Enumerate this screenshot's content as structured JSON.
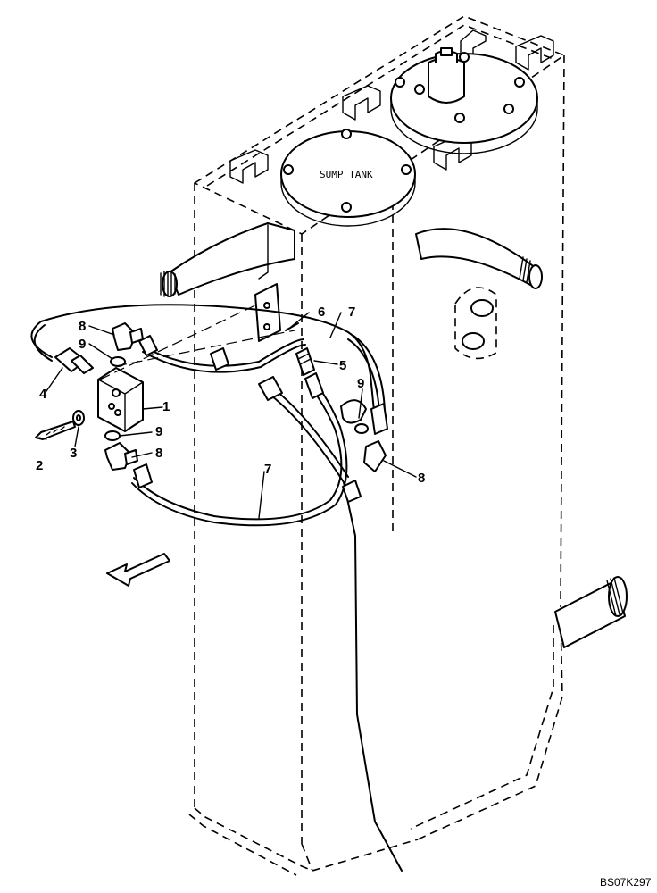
{
  "tank_label": "SUMP TANK",
  "reference_code": "BS07K297",
  "callouts": [
    {
      "id": "c1",
      "label": "1"
    },
    {
      "id": "c2",
      "label": "2"
    },
    {
      "id": "c3",
      "label": "3"
    },
    {
      "id": "c4",
      "label": "4"
    },
    {
      "id": "c5",
      "label": "5"
    },
    {
      "id": "c6",
      "label": "6"
    },
    {
      "id": "c7a",
      "label": "7"
    },
    {
      "id": "c7b",
      "label": "7"
    },
    {
      "id": "c8a",
      "label": "8"
    },
    {
      "id": "c8b",
      "label": "8"
    },
    {
      "id": "c8c",
      "label": "8"
    },
    {
      "id": "c9a",
      "label": "9"
    },
    {
      "id": "c9b",
      "label": "9"
    },
    {
      "id": "c9c",
      "label": "9"
    }
  ]
}
